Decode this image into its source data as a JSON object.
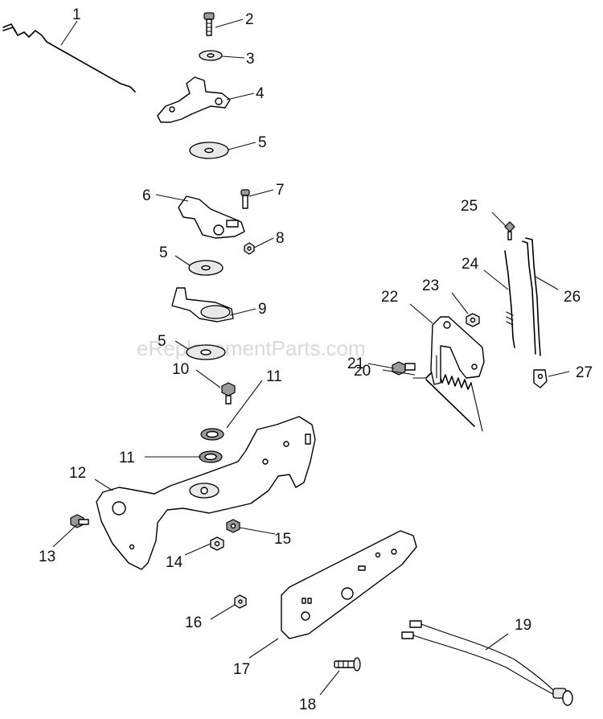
{
  "watermark": "eReplacementParts.com",
  "callouts": [
    {
      "id": "c1",
      "label": "1"
    },
    {
      "id": "c2",
      "label": "2"
    },
    {
      "id": "c3",
      "label": "3"
    },
    {
      "id": "c4",
      "label": "4"
    },
    {
      "id": "c5a",
      "label": "5"
    },
    {
      "id": "c6",
      "label": "6"
    },
    {
      "id": "c7",
      "label": "7"
    },
    {
      "id": "c8",
      "label": "8"
    },
    {
      "id": "c5b",
      "label": "5"
    },
    {
      "id": "c9",
      "label": "9"
    },
    {
      "id": "c5c",
      "label": "5"
    },
    {
      "id": "c10",
      "label": "10"
    },
    {
      "id": "c11a",
      "label": "11"
    },
    {
      "id": "c11b",
      "label": "11"
    },
    {
      "id": "c12",
      "label": "12"
    },
    {
      "id": "c13",
      "label": "13"
    },
    {
      "id": "c14",
      "label": "14"
    },
    {
      "id": "c15",
      "label": "15"
    },
    {
      "id": "c16",
      "label": "16"
    },
    {
      "id": "c17",
      "label": "17"
    },
    {
      "id": "c18",
      "label": "18"
    },
    {
      "id": "c19",
      "label": "19"
    },
    {
      "id": "c20",
      "label": "20"
    },
    {
      "id": "c21",
      "label": "21"
    },
    {
      "id": "c22",
      "label": "22"
    },
    {
      "id": "c23",
      "label": "23"
    },
    {
      "id": "c24",
      "label": "24"
    },
    {
      "id": "c25",
      "label": "25"
    },
    {
      "id": "c26",
      "label": "26"
    },
    {
      "id": "c27",
      "label": "27"
    }
  ]
}
